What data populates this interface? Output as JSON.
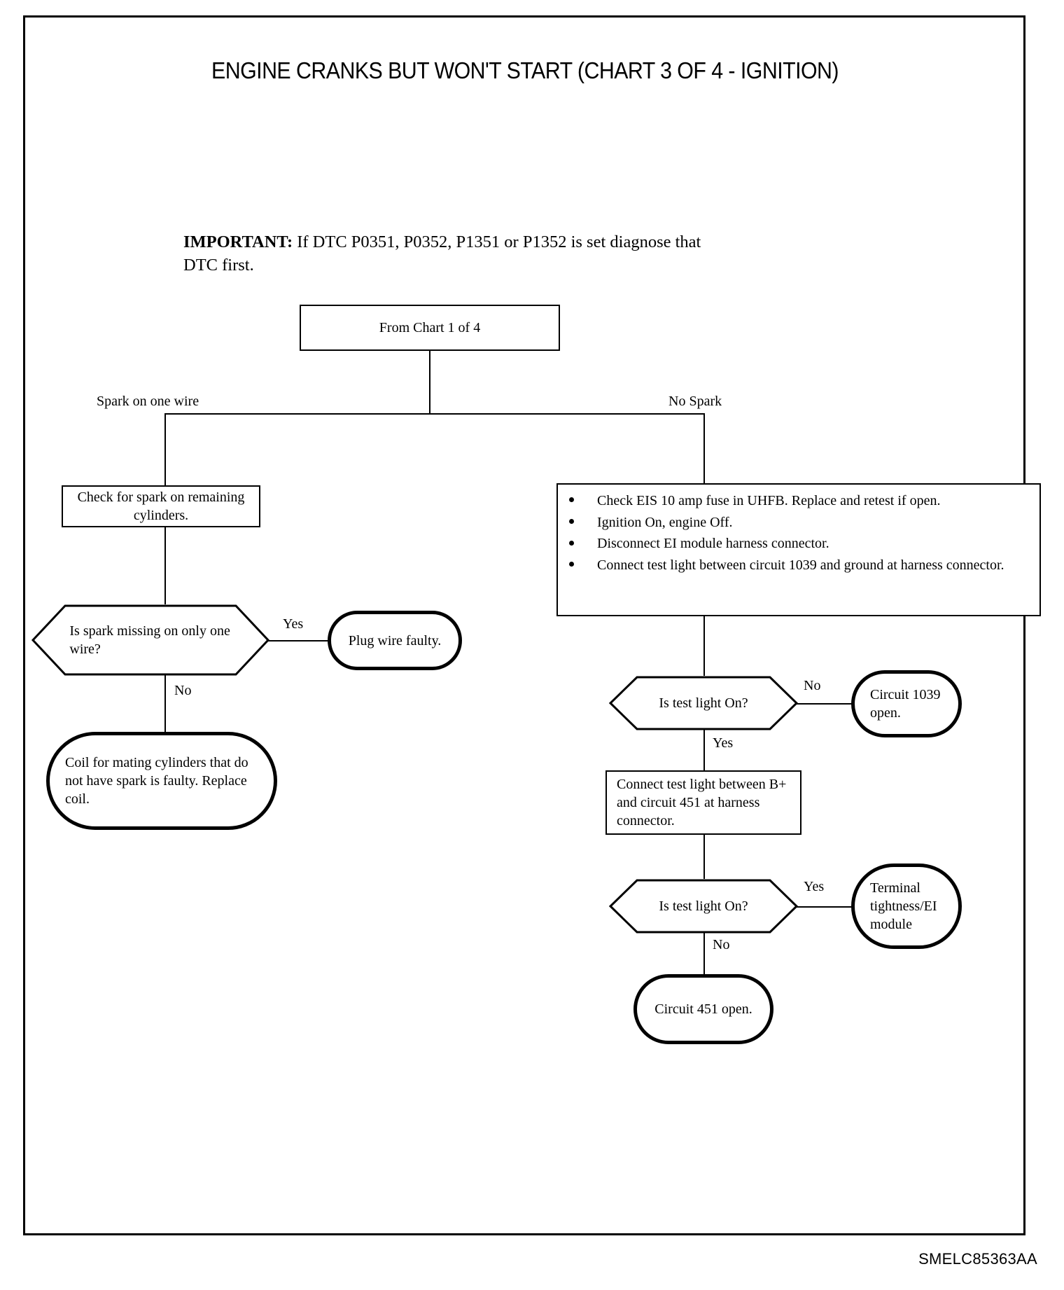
{
  "page": {
    "title": "ENGINE CRANKS BUT WON'T START (CHART 3 OF 4 - IGNITION)",
    "document_code": "SMELC85363AA"
  },
  "important_note": {
    "lead": "IMPORTANT:",
    "text": "If DTC P0351, P0352, P1351 or P1352 is set diagnose that DTC first."
  },
  "flow": {
    "entry": {
      "label": "From Chart 1 of 4"
    },
    "branch_labels": {
      "left": "Spark on one wire",
      "right": "No Spark"
    },
    "left_branch": {
      "check_box": "Check for spark on remaining cylinders.",
      "decision": "Is spark missing on only one wire?",
      "decision_yes_label": "Yes",
      "decision_no_label": "No",
      "yes_result": "Plug wire faulty.",
      "no_result": "Coil for mating cylinders that do not have spark is faulty. Replace coil."
    },
    "right_branch": {
      "steps": [
        "Check EIS 10 amp fuse in UHFB. Replace and retest if open.",
        "Ignition On, engine Off.",
        "Disconnect EI module harness connector.",
        "Connect test light between circuit 1039 and ground at harness connector."
      ],
      "decision_1": "Is test light On?",
      "decision_1_no_label": "No",
      "decision_1_yes_label": "Yes",
      "decision_1_no_result": "Circuit 1039 open.",
      "process_2": "Connect test light between B+ and circuit 451 at harness connector.",
      "decision_2": "Is test light On?",
      "decision_2_yes_label": "Yes",
      "decision_2_no_label": "No",
      "decision_2_yes_result": "Terminal tightness/EI module",
      "decision_2_no_result": "Circuit 451 open."
    }
  }
}
